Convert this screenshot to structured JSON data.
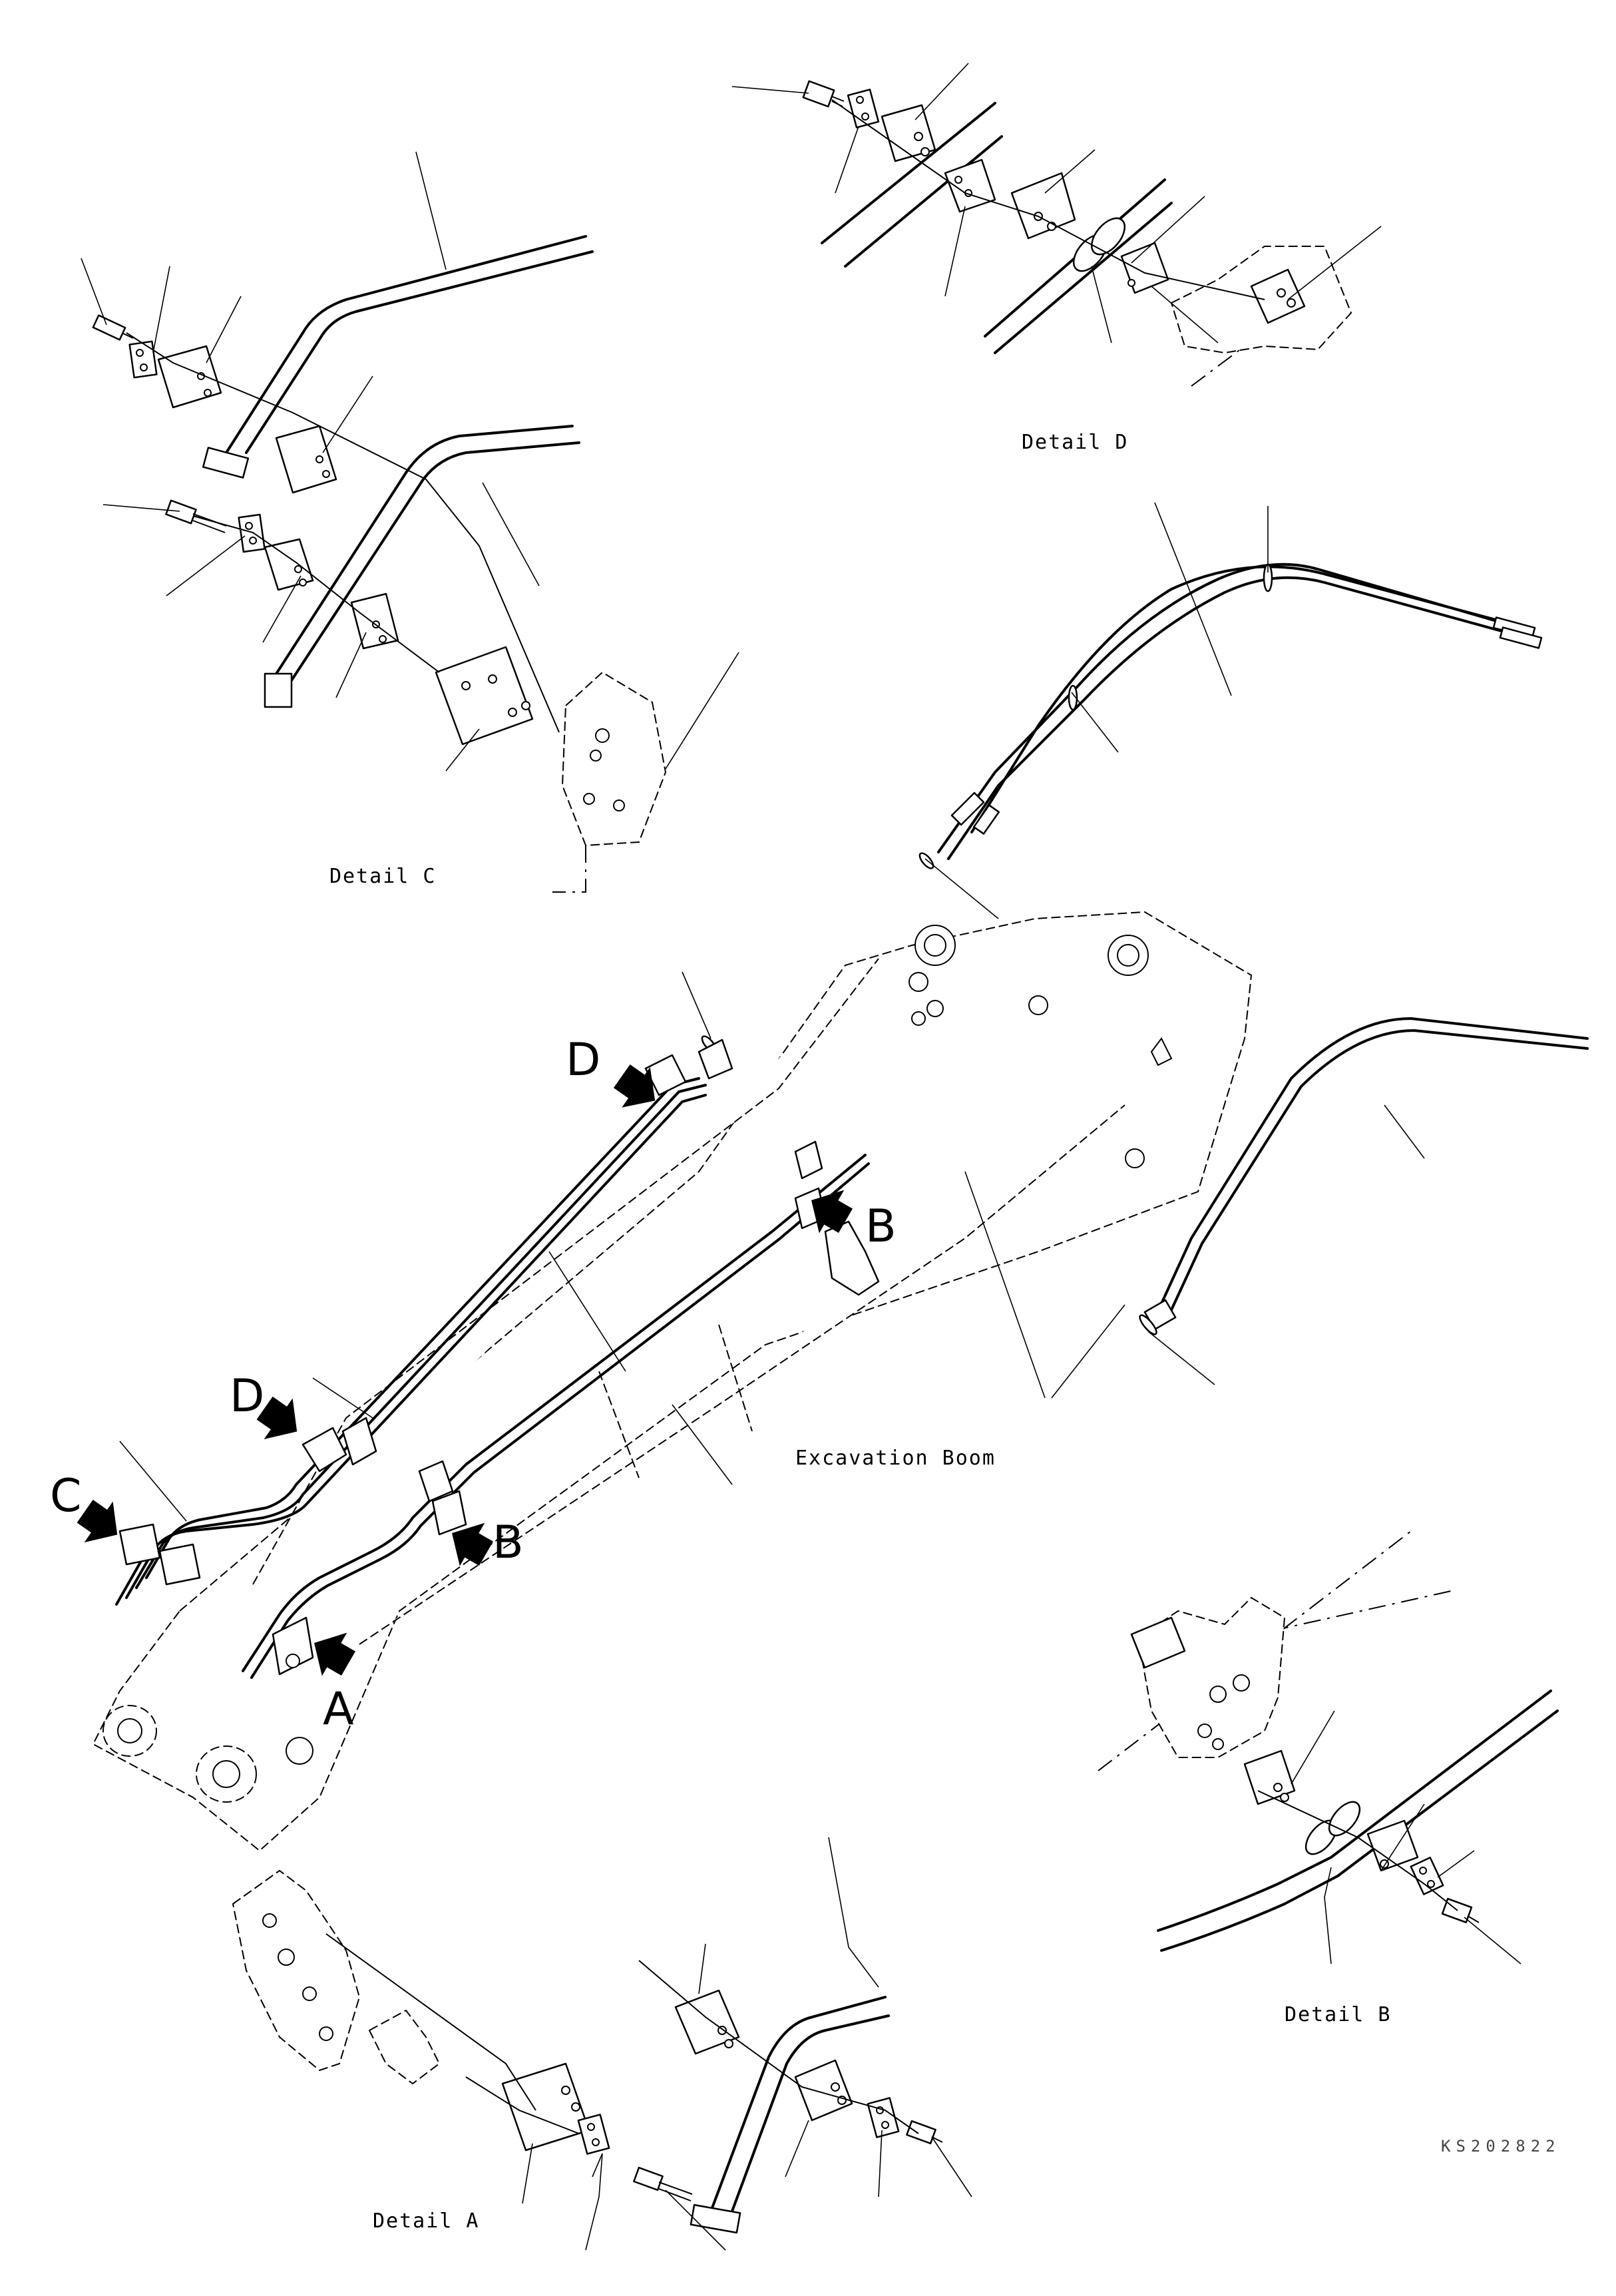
{
  "labels": {
    "detail_a": "Detail A",
    "detail_b": "Detail B",
    "detail_c": "Detail C",
    "detail_d": "Detail D",
    "boom": "Excavation Boom",
    "code": "KS202822"
  },
  "callouts": {
    "a": "A",
    "b": "B",
    "c": "C",
    "d": "D"
  }
}
